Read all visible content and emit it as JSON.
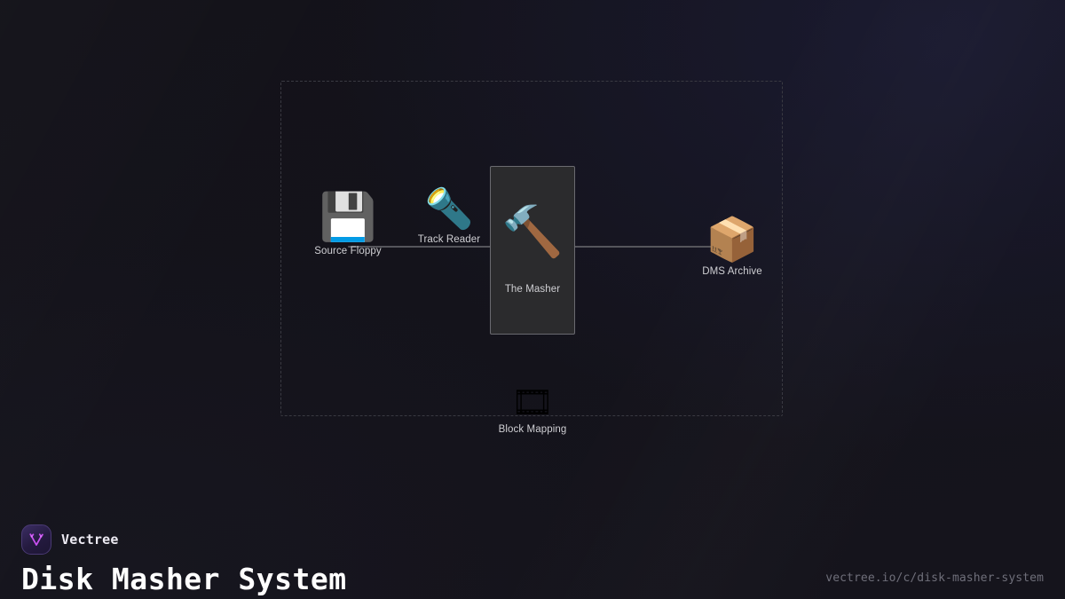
{
  "background": {
    "base_color": "#14131b",
    "tint_color": "#1a1a30"
  },
  "diagram": {
    "group_box": {
      "style": "dashed",
      "border_color": "#3a3a42"
    },
    "edges": [
      {
        "name": "edge-floppy-to-masher",
        "from": "Source Floppy",
        "to": "The Masher",
        "color": "#55555b"
      },
      {
        "name": "edge-masher-to-archive",
        "from": "The Masher",
        "to": "DMS Archive",
        "color": "#55555b"
      }
    ],
    "nodes": [
      {
        "id": "floppy",
        "label": "Source Floppy",
        "icon": "floppy-disk-icon",
        "glyph": "💾",
        "boxed": false
      },
      {
        "id": "reader",
        "label": "Track Reader",
        "icon": "flashlight-icon",
        "glyph": "🔦",
        "boxed": false
      },
      {
        "id": "masher",
        "label": "The Masher",
        "icon": "hammer-icon",
        "glyph": "🔨",
        "boxed": true,
        "box_fill": "#2b2b2d",
        "box_border": "#6a6a70"
      },
      {
        "id": "archive",
        "label": "DMS Archive",
        "icon": "package-box-icon",
        "glyph": "📦",
        "boxed": false
      },
      {
        "id": "block",
        "label": "Block Mapping",
        "icon": "film-frames-icon",
        "glyph": "🎞",
        "boxed": false
      }
    ]
  },
  "footer": {
    "brand_name": "Vectree",
    "brand_logo_icon": "vectree-v-logo-icon",
    "brand_accent": "#c850f0",
    "title": "Disk Masher System",
    "url": "vectree.io/c/disk-masher-system"
  }
}
